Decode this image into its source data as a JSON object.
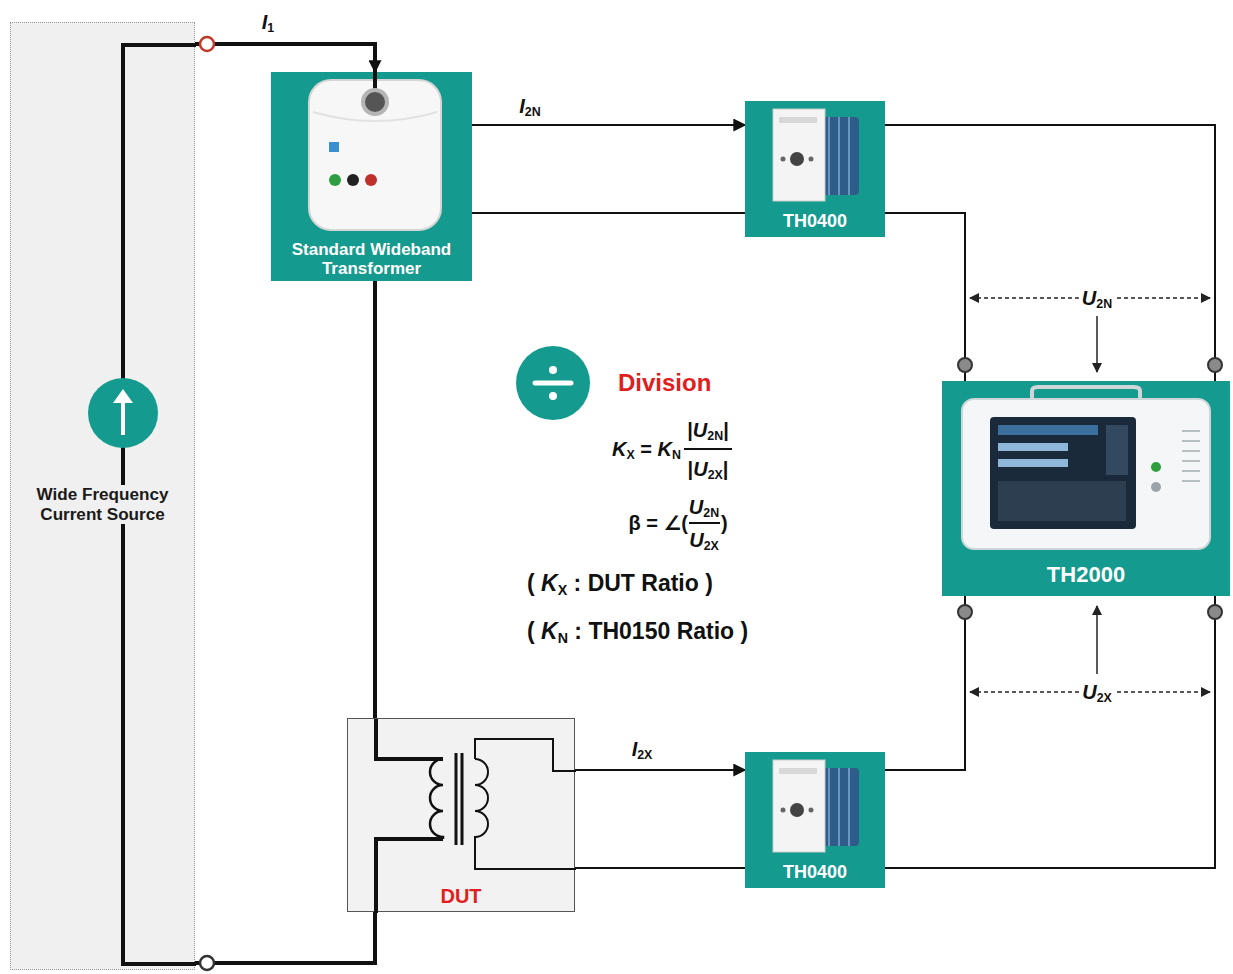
{
  "diagram": {
    "nodes": [
      {
        "text": [
          "Wide Frequency Current Source"
        ]
      },
      {
        "text": [
          "Standard Wideband Transformer"
        ]
      },
      {
        "text": [
          "TH0400"
        ]
      },
      {
        "text": [
          "TH2000"
        ]
      },
      {
        "text": [
          "DUT"
        ]
      },
      {
        "text": [
          "TH0400"
        ]
      }
    ],
    "edges": [
      {
        "from": 0,
        "to": 1,
        "arrow": "to",
        "label": "I1"
      },
      {
        "from": 1,
        "to": 4,
        "arrow": "none"
      },
      {
        "from": 4,
        "to": 0,
        "arrow": "none"
      },
      {
        "from": 1,
        "to": 2,
        "arrow": "to",
        "label": "I2N"
      },
      {
        "from": 1,
        "to": 2,
        "arrow": "none"
      },
      {
        "from": 2,
        "to": 3,
        "arrow": "none"
      },
      {
        "from": 2,
        "to": 3,
        "arrow": "none"
      },
      {
        "from": 4,
        "to": 5,
        "arrow": "to",
        "label": "I2X"
      },
      {
        "from": 4,
        "to": 5,
        "arrow": "none"
      },
      {
        "from": 5,
        "to": 3,
        "arrow": "none"
      },
      {
        "from": 5,
        "to": 3,
        "arrow": "none"
      }
    ],
    "labels": [
      "Division",
      "KX = KN",
      "|U2N|",
      "|U2X|",
      "β = ∠(",
      "U2N",
      "U2X",
      ")",
      "( KX : DUT Ratio )",
      "( KN : TH0150 Ratio )",
      "U2N",
      "U2X"
    ]
  }
}
